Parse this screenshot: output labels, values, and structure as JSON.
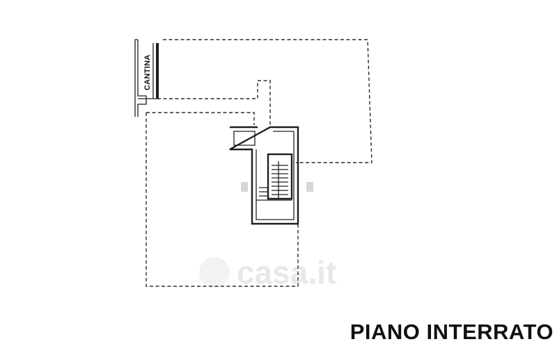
{
  "plan": {
    "floor_title": "PIANO INTERRATO",
    "room_label": "CANTINA",
    "watermark_text": "casa.it"
  },
  "colors": {
    "line": "#1e1e1e",
    "watermark": "#e0e0e0",
    "background": "#ffffff"
  }
}
